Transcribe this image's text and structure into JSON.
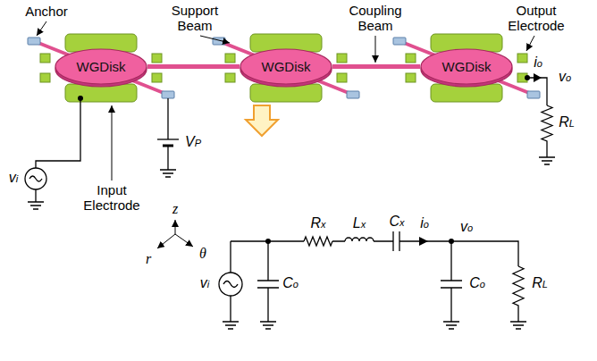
{
  "diagram": {
    "nodes": [
      {
        "text": [
          "WGDisk"
        ]
      },
      {
        "text": [
          "WGDisk"
        ]
      },
      {
        "text": [
          "WGDisk"
        ]
      }
    ],
    "edges": [
      {
        "from": 0,
        "to": 1,
        "arrow": "none"
      },
      {
        "from": 1,
        "to": 2,
        "arrow": "none"
      }
    ],
    "labels": [
      "Anchor",
      "Support Beam",
      "Coupling Beam",
      "Output Electrode",
      "io",
      "vo",
      "vi",
      "Input Electrode",
      "VP",
      "RL",
      "z",
      "r",
      "θ",
      "Rx",
      "Lx",
      "Cx",
      "io",
      "vo",
      "vi",
      "Co",
      "Co",
      "RL"
    ]
  }
}
